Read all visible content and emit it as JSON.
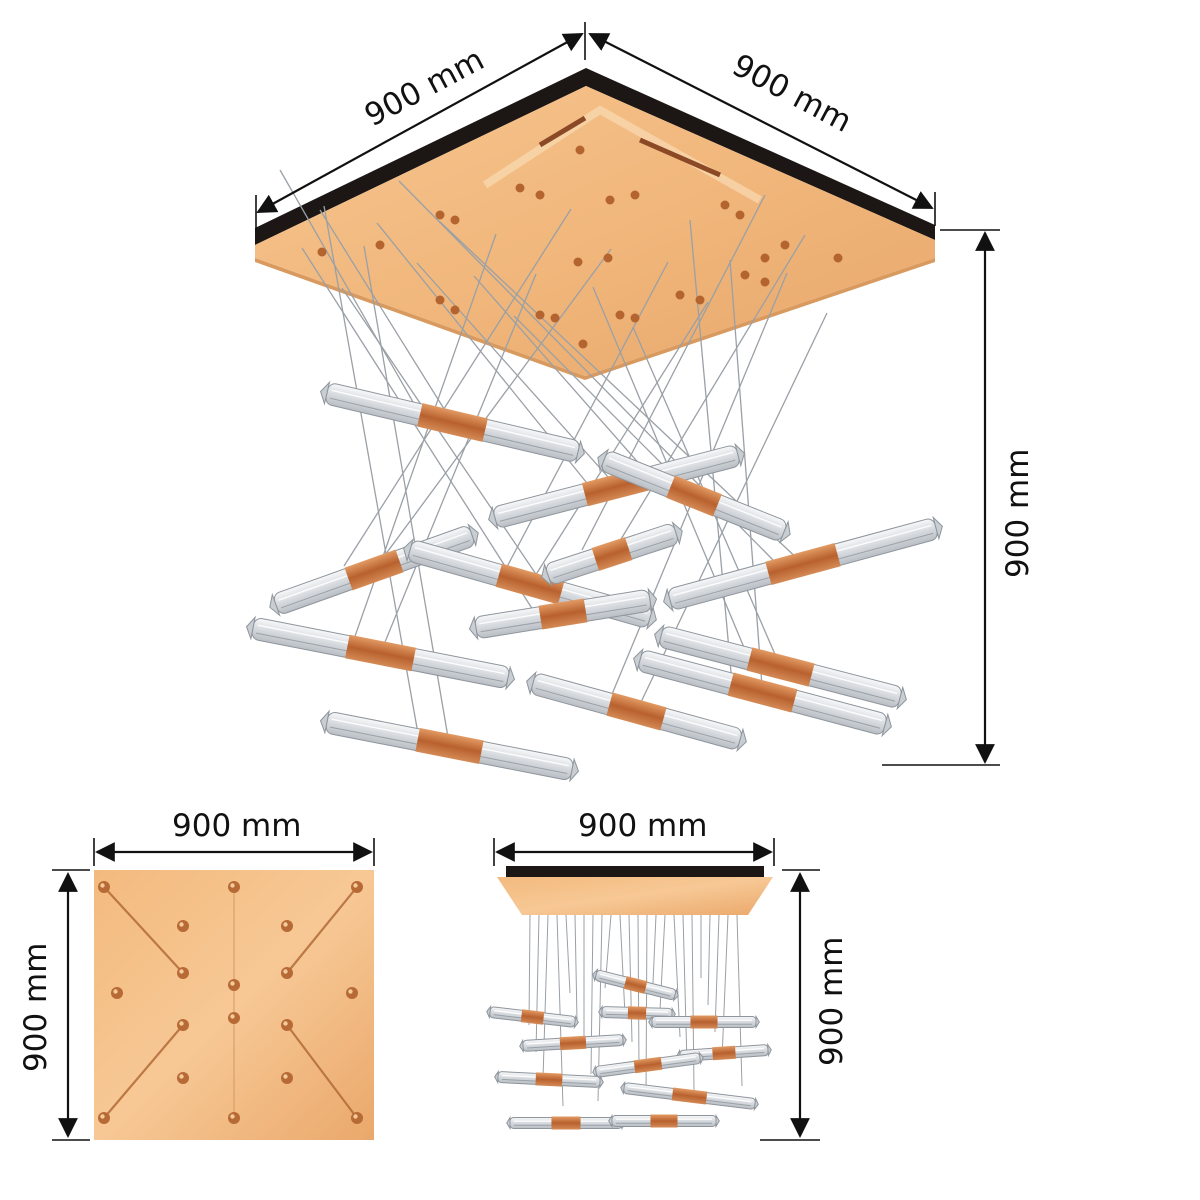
{
  "dimensions": {
    "main_width": "900 mm",
    "main_depth": "900 mm",
    "main_height": "900 mm",
    "top_view_width": "900 mm",
    "top_view_depth": "900 mm",
    "side_view_width": "900 mm",
    "side_view_height": "900 mm"
  },
  "colors": {
    "canopy_gold": "#efb57a",
    "canopy_dark": "#1c1715",
    "brass": "#c8743f",
    "crystal": "#e9ecef",
    "dimension_line": "#111111"
  }
}
